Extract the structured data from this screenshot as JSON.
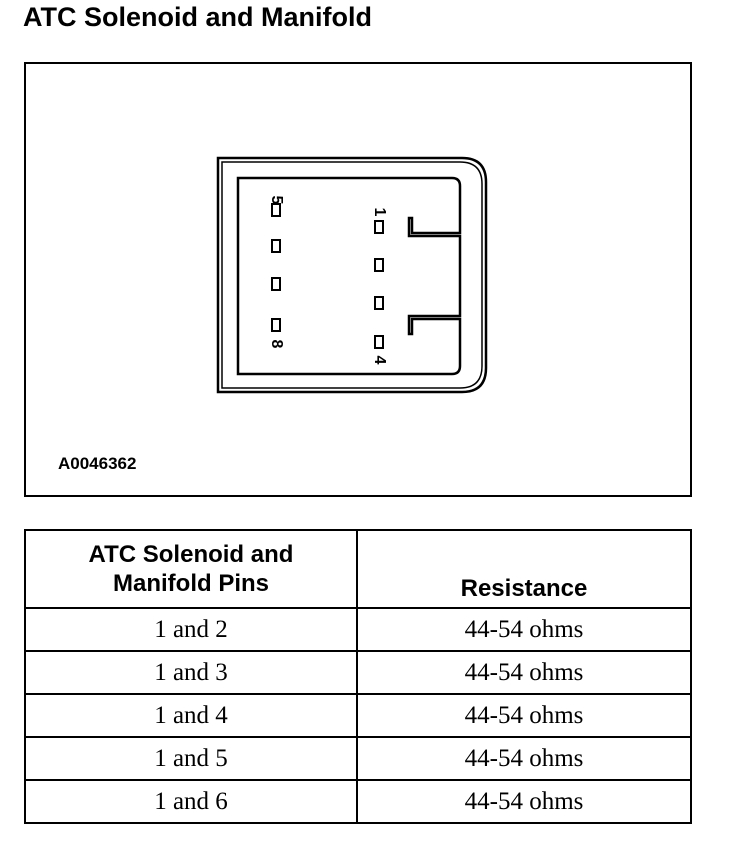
{
  "title": "ATC Solenoid and Manifold",
  "figure": {
    "id": "A0046362",
    "pin_labels": {
      "p1": "1",
      "p4": "4",
      "p5": "5",
      "p8": "8"
    }
  },
  "table": {
    "headers": [
      "ATC Solenoid and\nManifold Pins",
      "Resistance"
    ],
    "rows": [
      {
        "pins": "1 and 2",
        "resistance": "44-54 ohms"
      },
      {
        "pins": "1 and 3",
        "resistance": "44-54 ohms"
      },
      {
        "pins": "1 and 4",
        "resistance": "44-54 ohms"
      },
      {
        "pins": "1 and 5",
        "resistance": "44-54 ohms"
      },
      {
        "pins": "1 and 6",
        "resistance": "44-54 ohms"
      }
    ]
  }
}
